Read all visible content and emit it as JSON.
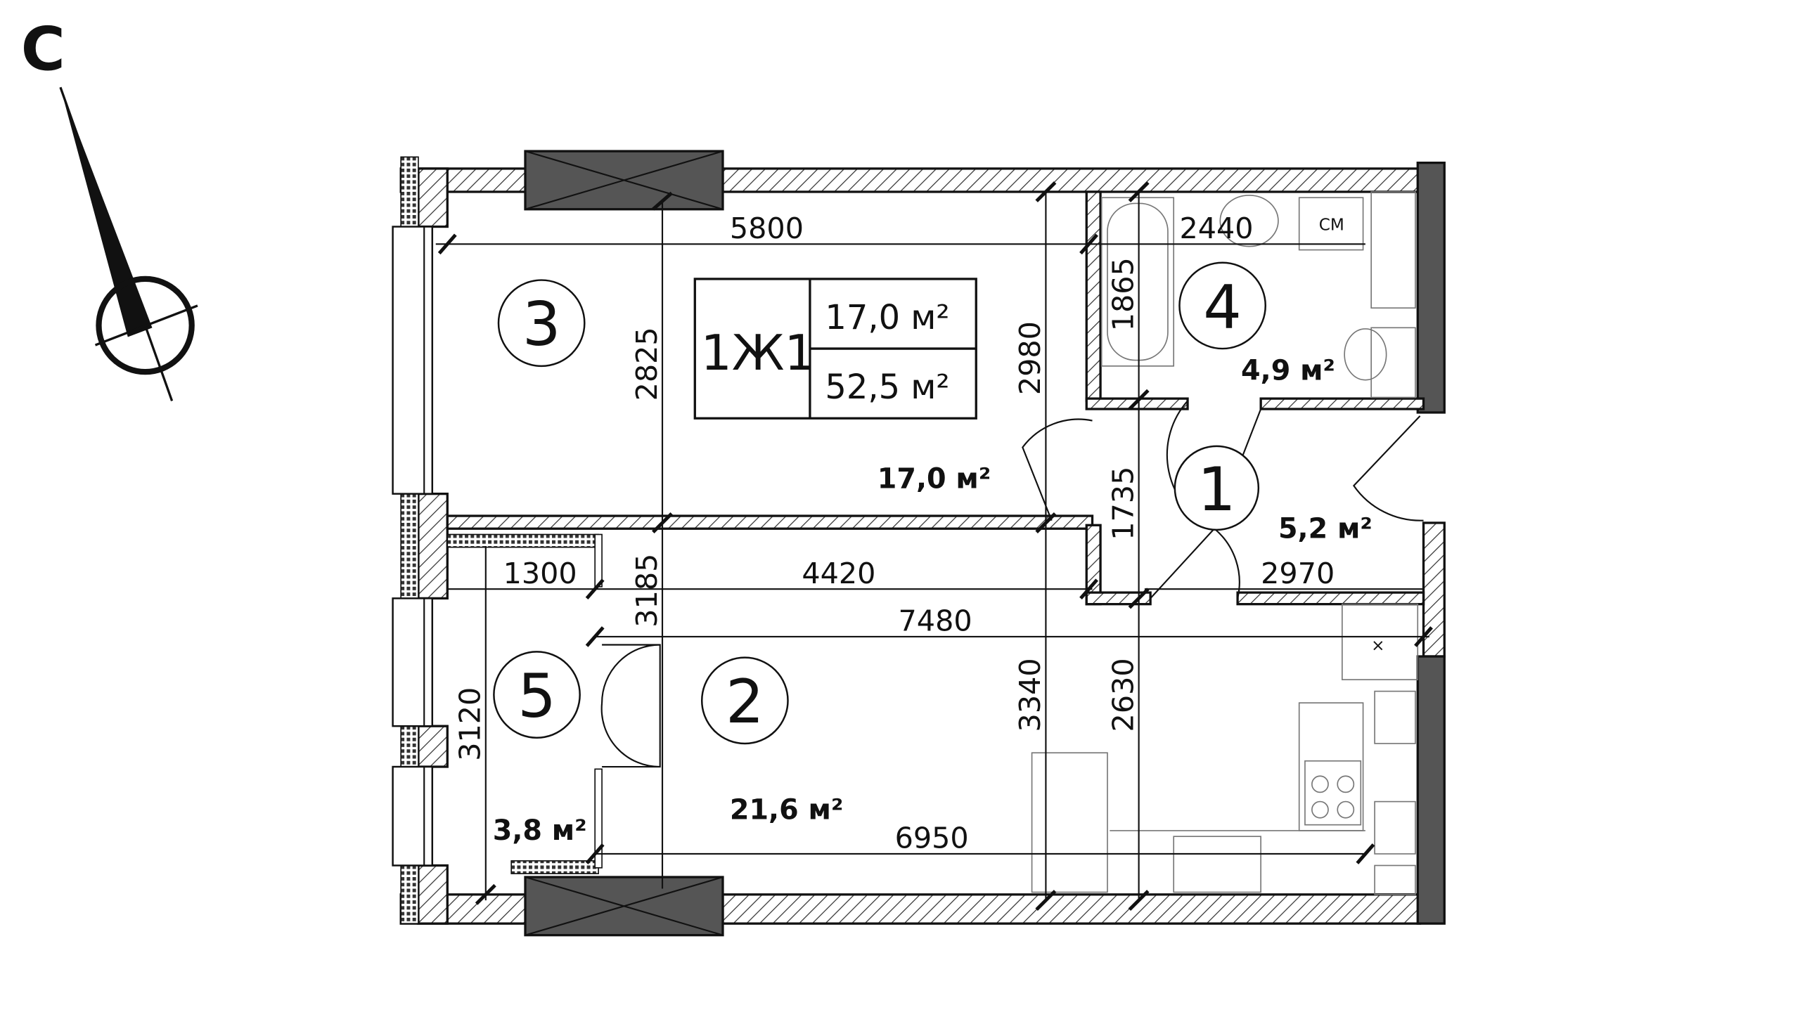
{
  "compass": {
    "north_label": "С"
  },
  "summary": {
    "apartment_type": "1Ж1",
    "living_area": "17,0 м²",
    "total_area": "52,5 м²"
  },
  "rooms": [
    {
      "number": "1",
      "area": "5,2 м²"
    },
    {
      "number": "2",
      "area": "21,6 м²"
    },
    {
      "number": "3",
      "area": "17,0 м²"
    },
    {
      "number": "4",
      "area": "4,9 м²"
    },
    {
      "number": "5",
      "area": "3,8 м²"
    }
  ],
  "fixtures": {
    "washing_machine": "СМ"
  },
  "dimensions": {
    "d5800": "5800",
    "d2440": "2440",
    "d2825": "2825",
    "d2980": "2980",
    "d1865": "1865",
    "d1735": "1735",
    "d1300": "1300",
    "d4420": "4420",
    "d3185": "3185",
    "d2970": "2970",
    "d7480": "7480",
    "d3120": "3120",
    "d3340": "3340",
    "d2630": "2630",
    "d6950": "6950"
  }
}
